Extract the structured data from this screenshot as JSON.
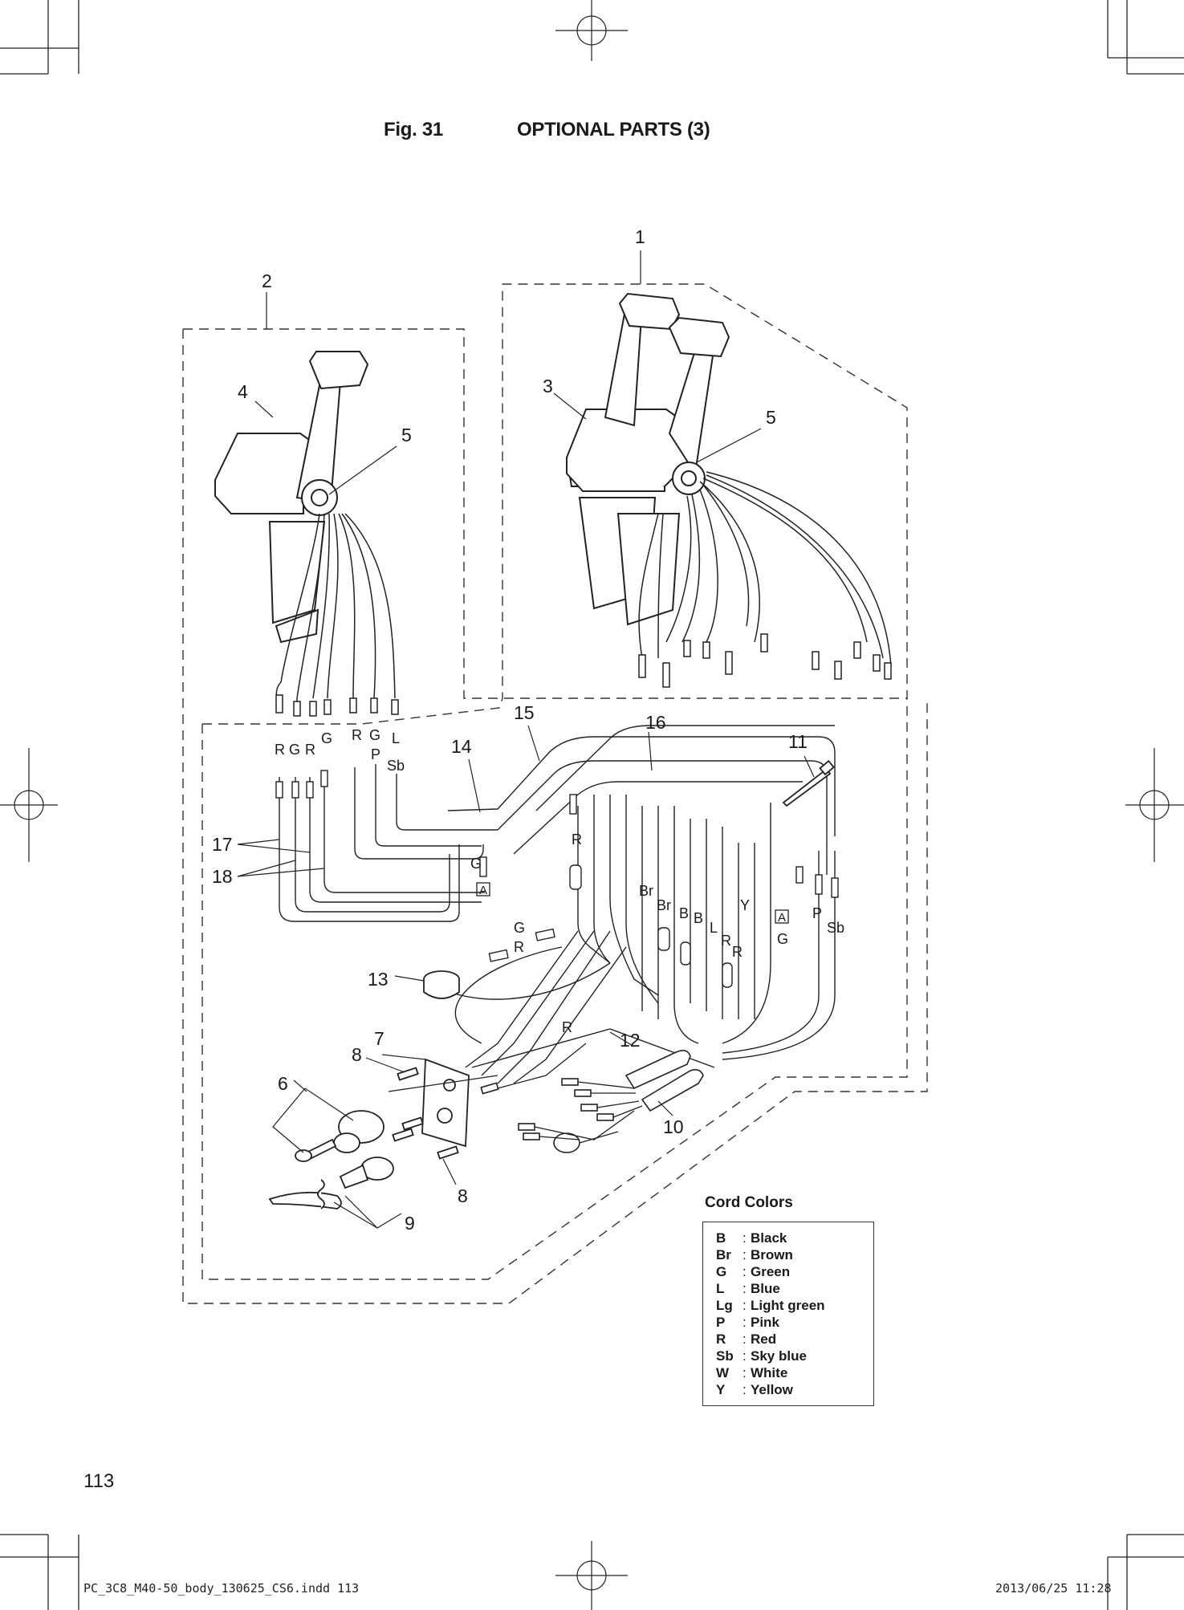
{
  "figure": {
    "number": "Fig. 31",
    "title": "OPTIONAL PARTS (3)"
  },
  "part_callouts": [
    "1",
    "2",
    "3",
    "4",
    "5",
    "5",
    "6",
    "7",
    "8",
    "8",
    "9",
    "10",
    "11",
    "12",
    "13",
    "14",
    "15",
    "16",
    "17",
    "18"
  ],
  "wire_labels": {
    "left_bundle": [
      "R",
      "G",
      "R",
      "G",
      "R",
      "G",
      "L",
      "P",
      "Sb"
    ],
    "lower_group": [
      "G",
      "R",
      "G",
      "R",
      "R",
      "Br",
      "Br",
      "B",
      "B",
      "L",
      "Y",
      "R",
      "R",
      "G",
      "P",
      "Sb"
    ],
    "connector_marks": [
      "A",
      "A"
    ]
  },
  "cord_colors": {
    "title": "Cord Colors",
    "entries": [
      {
        "code": "B",
        "color": "Black"
      },
      {
        "code": "Br",
        "color": "Brown"
      },
      {
        "code": "G",
        "color": "Green"
      },
      {
        "code": "L",
        "color": "Blue"
      },
      {
        "code": "Lg",
        "color": "Light green"
      },
      {
        "code": "P",
        "color": "Pink"
      },
      {
        "code": "R",
        "color": "Red"
      },
      {
        "code": "Sb",
        "color": "Sky blue"
      },
      {
        "code": "W",
        "color": "White"
      },
      {
        "code": "Y",
        "color": "Yellow"
      }
    ]
  },
  "page_number": "113",
  "slug": {
    "file": "PC_3C8_M40-50_body_130625_CS6.indd   113",
    "timestamp": "2013/06/25   11:28"
  }
}
